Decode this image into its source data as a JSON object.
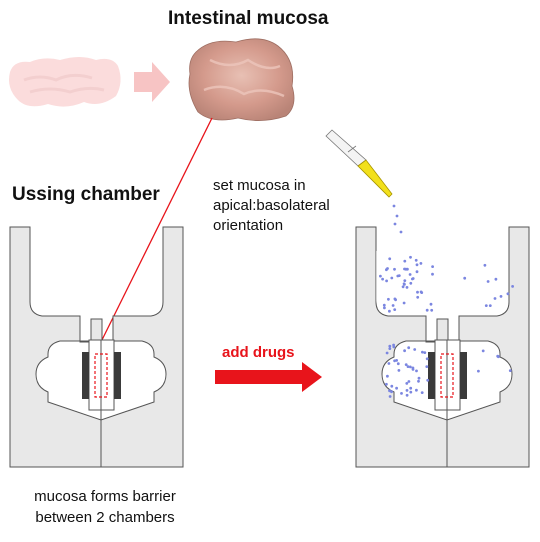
{
  "labels": {
    "intestinal_mucosa": "Intestinal mucosa",
    "using_chamber": "Ussing chamber",
    "set_mucosa": [
      "set mucosa in",
      "apical:basolateral",
      "orientation"
    ],
    "add_drugs": "add drugs",
    "barrier": [
      "mucosa forms barrier",
      "between 2 chambers"
    ]
  },
  "colors": {
    "outline": "#555555",
    "fill": "#e8e8e8",
    "membrane_clamp": "#3a3a3a",
    "accent_red": "#e8141b",
    "pink_arrow": "#f7c4c4",
    "tissue_pale": "#fbdcdc",
    "tissue_sample": "#d9a294",
    "drug_dots": "#7b86e0",
    "pipette_tip": "#f2e01c"
  },
  "icons": {
    "tissue_raw": "tissue-strip-icon",
    "tissue_sample": "mucosa-sample-icon",
    "pipette": "pipette-icon"
  }
}
